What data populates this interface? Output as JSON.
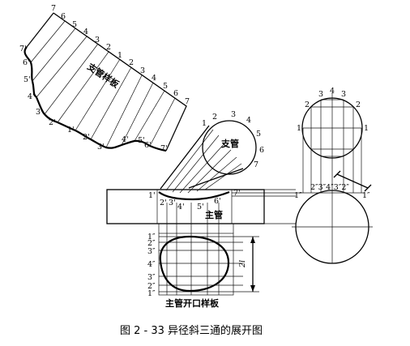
{
  "caption": "图 2 - 33   异径斜三通的展开图",
  "labels": {
    "branch_template": "支管样板",
    "branch_pipe": "支管",
    "main_pipe": "主管",
    "main_opening_template": "主管开口样板",
    "dim_2l": "2l"
  },
  "top_edge_numbers": [
    "7",
    "6",
    "5",
    "4",
    "3",
    "2",
    "1",
    "2",
    "3",
    "4",
    "5",
    "6",
    "7"
  ],
  "curve_numbers": [
    "7'",
    "6'",
    "5'",
    "4'",
    "3'",
    "2'",
    "1'",
    "2'",
    "3'",
    "4'",
    "5'",
    "6'",
    "7'"
  ],
  "circle_branch_numbers": [
    "1",
    "2",
    "3",
    "4",
    "5",
    "6",
    "7"
  ],
  "main_joint_numbers": [
    "1'",
    "2'",
    "3'",
    "4'",
    "5'",
    "6'",
    "7'"
  ],
  "side_circle_top": [
    "3",
    "4",
    "3",
    "2",
    "2"
  ],
  "side_circle_side": [
    "1",
    "1"
  ],
  "side_joint_numbers": "2″3″4″3″2″",
  "side_joint_ends": [
    "1″",
    "1″"
  ],
  "opening_rows": [
    "1″",
    "2″",
    "3″",
    "4″",
    "3″",
    "2″",
    "1″"
  ]
}
